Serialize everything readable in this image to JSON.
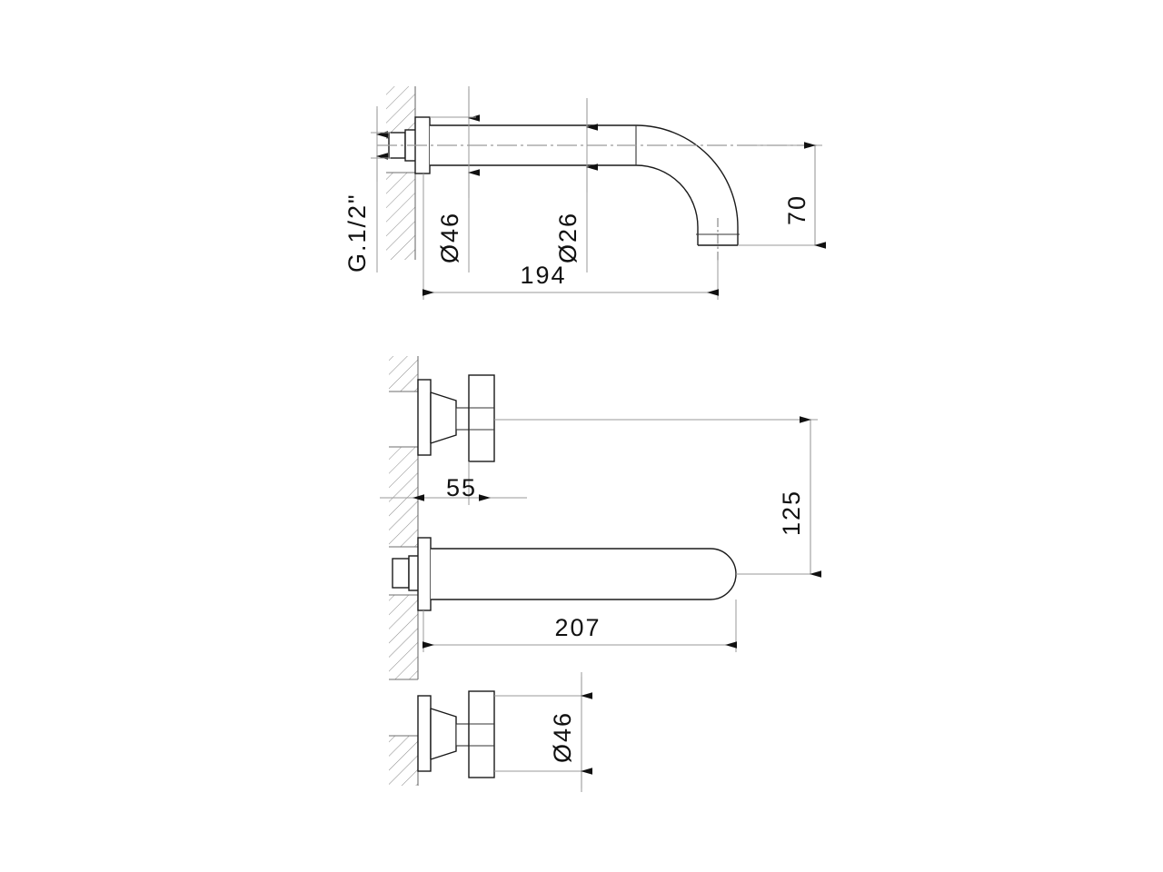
{
  "document": {
    "type": "technical-drawing",
    "subject": "wall-mounted basin mixer / spout",
    "background_color": "#ffffff",
    "line_color": "#1a1a1a",
    "dimension_color": "#9a9a9a",
    "units": "mm"
  },
  "views": {
    "side_elevation": {
      "name": "side-elevation-view",
      "description": "Wall mounted curved spout, side view"
    },
    "plan_view": {
      "name": "plan-view",
      "description": "Top view with two handles and straight spout"
    }
  },
  "dimensions": {
    "thread": {
      "label": "G.1/2\"",
      "name": "thread-spec",
      "rotated": true
    },
    "flange_dia_top": {
      "label": "Ø46",
      "name": "flange-diameter",
      "value": 46,
      "rotated": true
    },
    "spout_dia": {
      "label": "Ø26",
      "name": "spout-diameter",
      "value": 26,
      "rotated": true
    },
    "spout_drop": {
      "label": "70",
      "name": "spout-drop-height",
      "value": 70,
      "rotated": true
    },
    "projection_side": {
      "label": "194",
      "name": "spout-projection",
      "value": 194,
      "rotated": false
    },
    "handle_projection": {
      "label": "55",
      "name": "handle-projection",
      "value": 55,
      "rotated": false
    },
    "handle_spacing": {
      "label": "125",
      "name": "handle-centre-spacing",
      "value": 125,
      "rotated": true
    },
    "projection_plan": {
      "label": "207",
      "name": "spout-projection-plan",
      "value": 207,
      "rotated": false
    },
    "handle_dia": {
      "label": "Ø46",
      "name": "handle-flange-diameter",
      "value": 46,
      "rotated": true
    }
  }
}
